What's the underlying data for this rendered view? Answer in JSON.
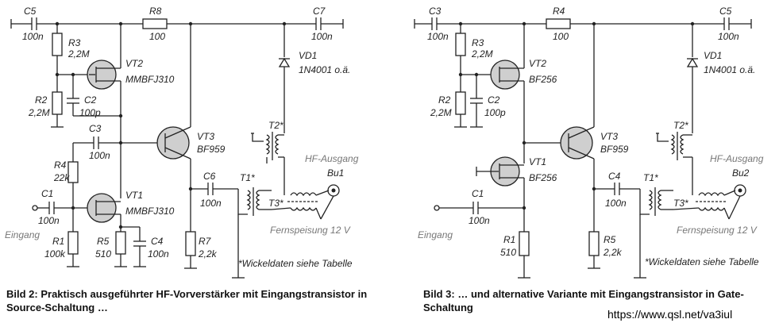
{
  "left_circuit": {
    "components": {
      "c5": {
        "name": "C5",
        "value": "100n"
      },
      "r8": {
        "name": "R8",
        "value": "100"
      },
      "c7": {
        "name": "C7",
        "value": "100n"
      },
      "r3": {
        "name": "R3",
        "value": "2,2M"
      },
      "vt2": {
        "name": "VT2",
        "value": "MMBFJ310"
      },
      "r2": {
        "name": "R2",
        "value": "2,2M"
      },
      "c2": {
        "name": "C2",
        "value": "100p"
      },
      "c3": {
        "name": "C3",
        "value": "100n"
      },
      "vt3": {
        "name": "VT3",
        "value": "BF959"
      },
      "vd1": {
        "name": "VD1",
        "value": "1N4001 o.ä."
      },
      "t2": {
        "name": "T2*"
      },
      "r4": {
        "name": "R4",
        "value": "22k"
      },
      "c1": {
        "name": "C1",
        "value": "100n"
      },
      "vt1": {
        "name": "VT1",
        "value": "MMBFJ310"
      },
      "r1": {
        "name": "R1",
        "value": "100k"
      },
      "r5": {
        "name": "R5",
        "value": "510"
      },
      "c4": {
        "name": "C4",
        "value": "100n"
      },
      "r7": {
        "name": "R7",
        "value": "2,2k"
      },
      "c6": {
        "name": "C6",
        "value": "100n"
      },
      "t1": {
        "name": "T1*"
      },
      "t3": {
        "name": "T3*"
      },
      "bu": {
        "name": "Bu1"
      }
    },
    "hf_out": "HF-Ausgang",
    "input": "Eingang",
    "remote_feed": "Fernspeisung 12 V",
    "winding_note": "*Wickeldaten siehe Tabelle"
  },
  "right_circuit": {
    "components": {
      "c3": {
        "name": "C3",
        "value": "100n"
      },
      "r4": {
        "name": "R4",
        "value": "100"
      },
      "c5": {
        "name": "C5",
        "value": "100n"
      },
      "r3": {
        "name": "R3",
        "value": "2,2M"
      },
      "vt2": {
        "name": "VT2",
        "value": "BF256"
      },
      "r2": {
        "name": "R2",
        "value": "2,2M"
      },
      "c2": {
        "name": "C2",
        "value": "100p"
      },
      "vd1": {
        "name": "VD1",
        "value": "1N4001 o.ä."
      },
      "vt3": {
        "name": "VT3",
        "value": "BF959"
      },
      "t2": {
        "name": "T2*"
      },
      "vt1": {
        "name": "VT1",
        "value": "BF256"
      },
      "c1": {
        "name": "C1",
        "value": "100n"
      },
      "r1": {
        "name": "R1",
        "value": "510"
      },
      "c4": {
        "name": "C4",
        "value": "100n"
      },
      "r5": {
        "name": "R5",
        "value": "2,2k"
      },
      "t1": {
        "name": "T1*"
      },
      "t3": {
        "name": "T3*"
      },
      "bu": {
        "name": "Bu2"
      }
    },
    "hf_out": "HF-Ausgang",
    "input": "Eingang",
    "remote_feed": "Fernspeisung 12 V",
    "winding_note": "*Wickeldaten siehe Tabelle"
  },
  "captions": {
    "fig2": "Bild 2: Praktisch ausgeführter HF-Vorverstärker mit Eingangstransistor in Source-Schaltung …",
    "fig3": "Bild 3: … und alternative Variante mit Eingangstransistor in Gate-Schaltung"
  },
  "url": "https://www.qsl.net/va3iul"
}
